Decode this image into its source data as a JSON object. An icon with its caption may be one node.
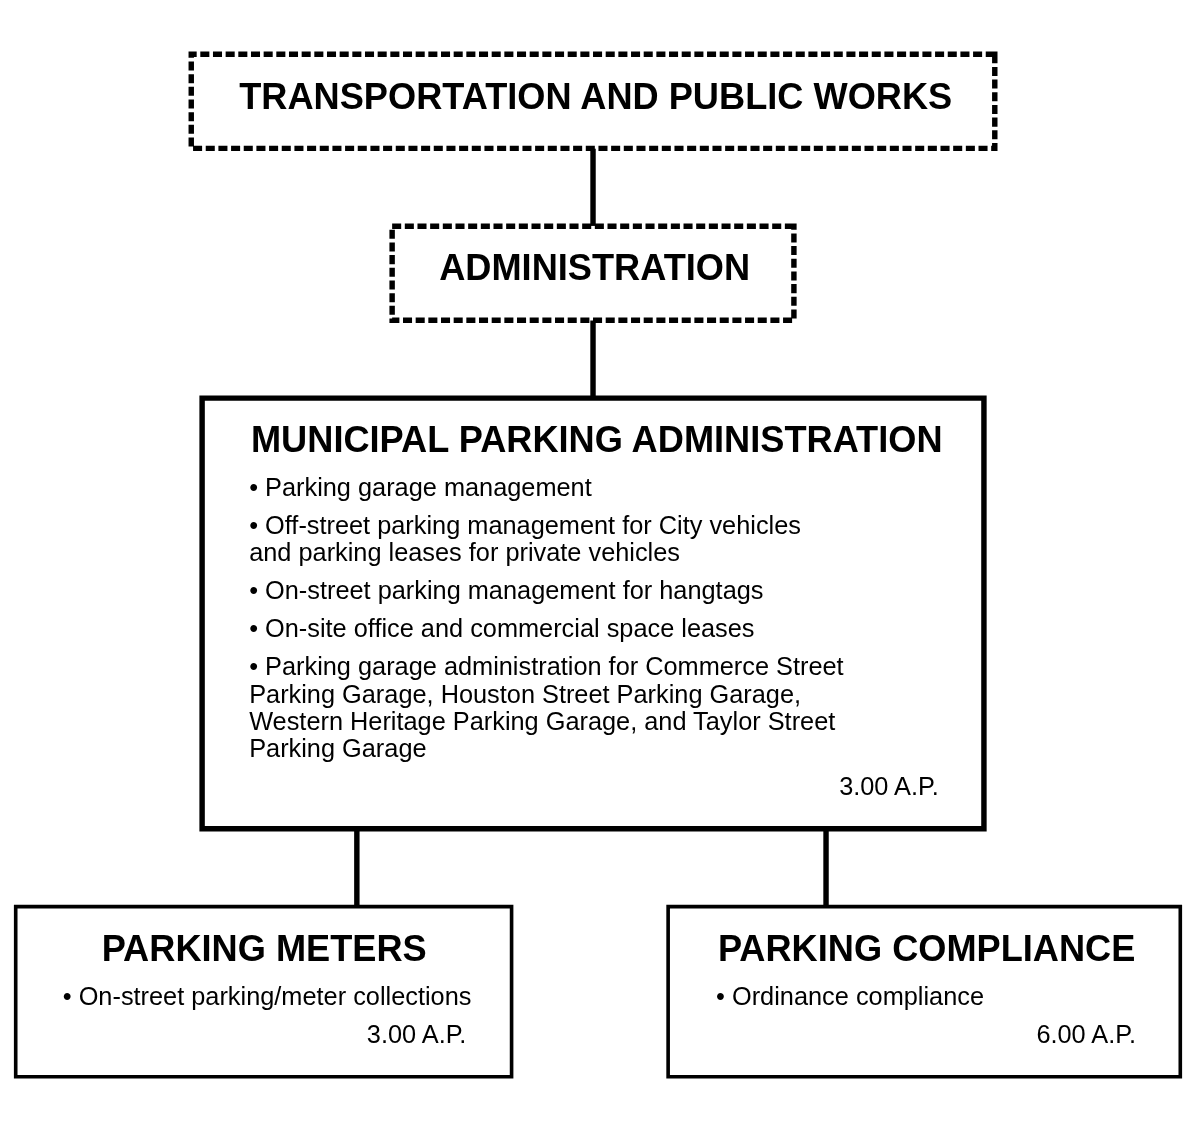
{
  "diagram": {
    "nodes": [
      {
        "text": [
          "TRANSPORTATION AND PUBLIC WORKS"
        ]
      },
      {
        "text": [
          "ADMINISTRATION"
        ]
      },
      {
        "text": [
          "MUNICIPAL PARKING ADMINISTRATION",
          "• Parking garage management",
          "• Off-street parking management for City vehicles and parking leases for private vehicles",
          "• On-street parking management for hangtags",
          "• On-site office and commercial space leases",
          "• Parking garage administration for Commerce Street Parking Garage, Houston Street Parking Garage, Western Heritage Parking Garage, and Taylor Street Parking Garage",
          "3.00 A.P."
        ]
      },
      {
        "text": [
          "PARKING METERS",
          "• On-street parking/meter collections",
          "3.00 A.P."
        ]
      },
      {
        "text": [
          "PARKING COMPLIANCE",
          "• Ordinance compliance",
          "6.00 A.P."
        ]
      }
    ],
    "edges": [
      {
        "from": 0,
        "to": 1,
        "arrow": "none"
      },
      {
        "from": 1,
        "to": 2,
        "arrow": "none"
      },
      {
        "from": 2,
        "to": 3,
        "arrow": "none"
      },
      {
        "from": 2,
        "to": 4,
        "arrow": "none"
      }
    ]
  }
}
